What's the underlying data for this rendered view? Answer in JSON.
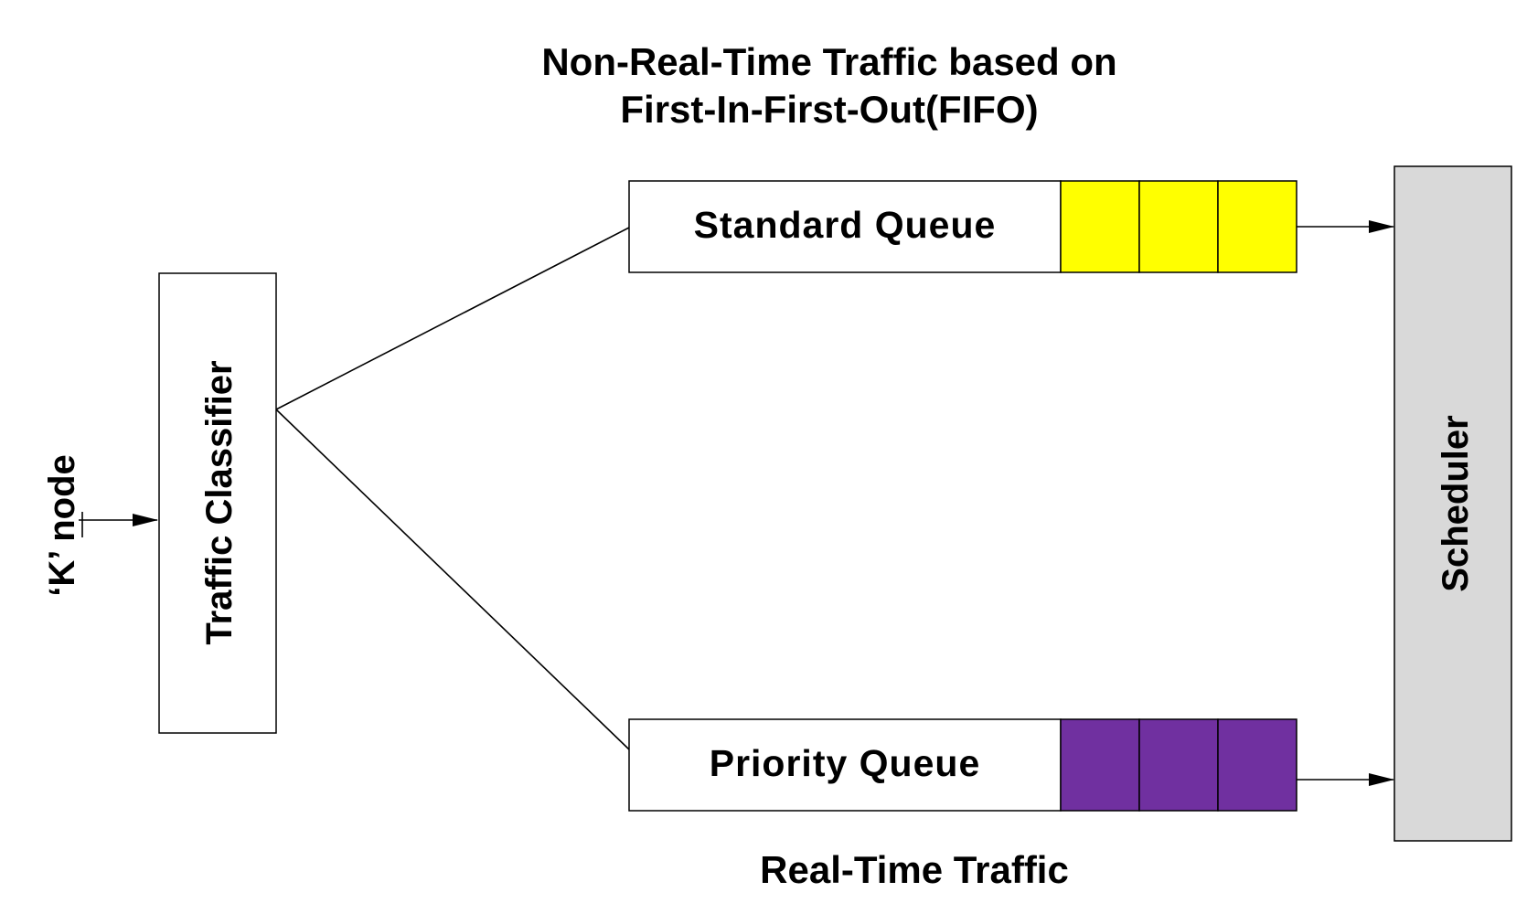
{
  "title": {
    "line1": "Non-Real-Time Traffic based on",
    "line2": "First-In-First-Out(FIFO)"
  },
  "input_label": "‘K’ node",
  "classifier": {
    "label": "Traffic Classifier"
  },
  "standard_queue": {
    "label": "Standard Queue",
    "slots": 3,
    "color": "#ffff00"
  },
  "priority_queue": {
    "label": "Priority Queue",
    "slots": 3,
    "color": "#7030a0"
  },
  "bottom_caption": "Real-Time Traffic",
  "scheduler": {
    "label": "Scheduler",
    "color": "#d9d9d9"
  }
}
